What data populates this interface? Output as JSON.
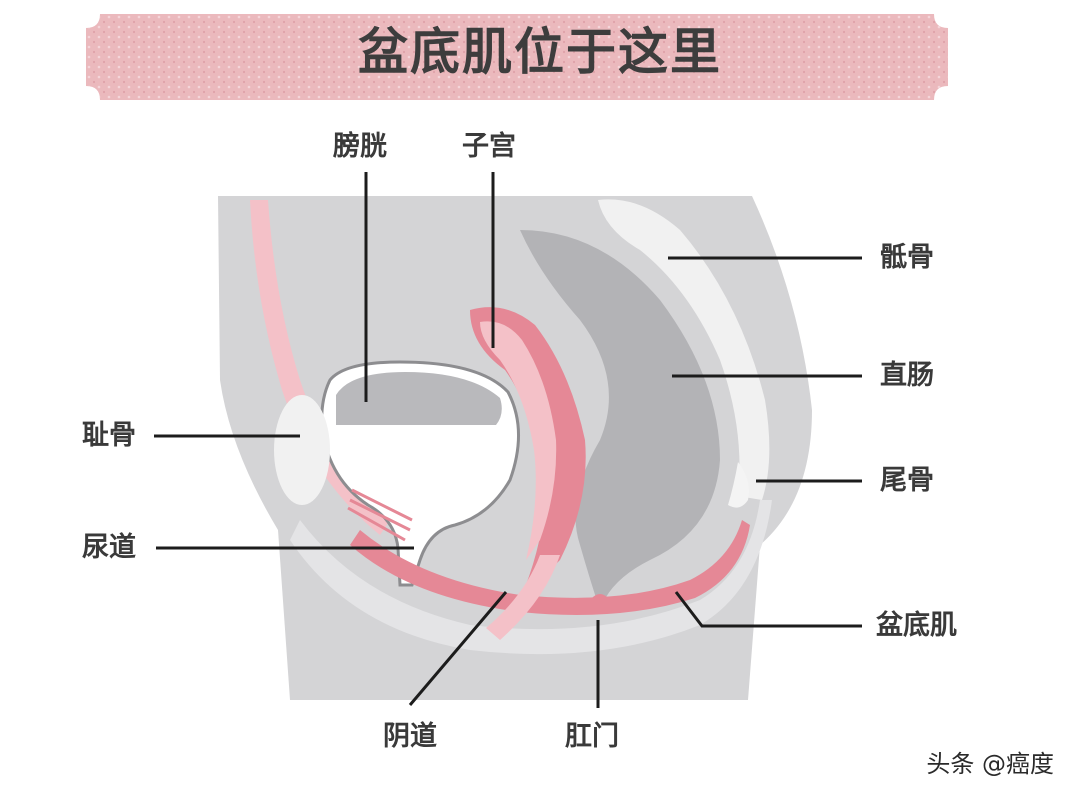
{
  "title": "盆底肌位于这里",
  "labels": {
    "bladder": "膀胱",
    "uterus": "子宫",
    "sacrum": "骶骨",
    "rectum": "直肠",
    "pubic_bone": "耻骨",
    "coccyx": "尾骨",
    "urethra": "尿道",
    "pelvic_floor": "盆底肌",
    "vagina": "阴道",
    "anus": "肛门"
  },
  "watermark": "头条 @癌度",
  "colors": {
    "banner": "#ebb9bd",
    "body_gray": "#d4d4d6",
    "organ_gray": "#b3b3b6",
    "pink": "#e58896",
    "light_pink": "#f4c1c8",
    "bone": "#ececec",
    "leader_line": "#1c1c1c"
  }
}
